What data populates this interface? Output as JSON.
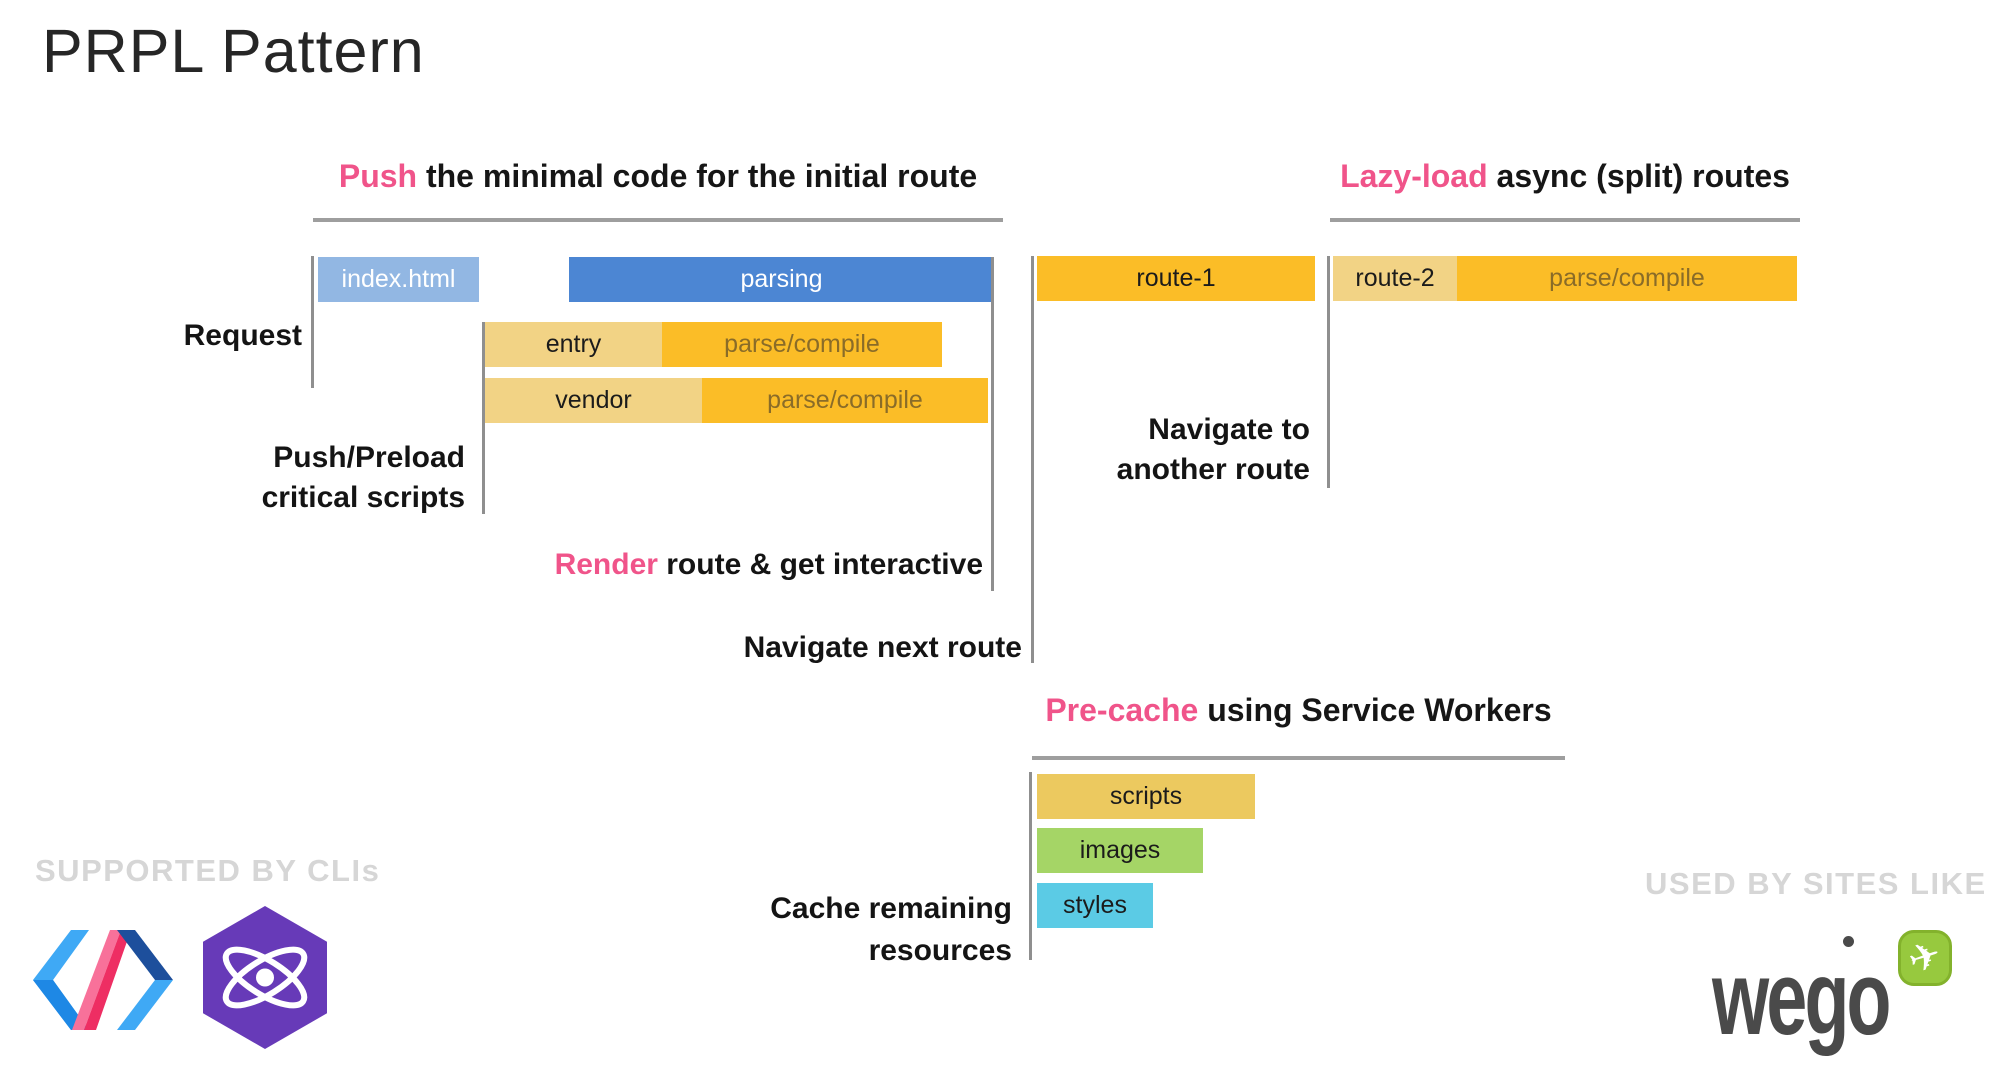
{
  "title": "PRPL Pattern",
  "headings": {
    "push": {
      "highlight": "Push",
      "rest": " the minimal code for the initial route"
    },
    "lazy_load": {
      "highlight": "Lazy-load",
      "rest": " async (split) routes"
    },
    "pre_cache": {
      "highlight": "Pre-cache",
      "rest": " using Service Workers"
    }
  },
  "labels": {
    "request": "Request",
    "push_preload_line1": "Push/Preload",
    "push_preload_line2": "critical scripts",
    "render": {
      "highlight": "Render",
      "rest": " route & get interactive"
    },
    "navigate_next": "Navigate next route",
    "navigate_another_line1": "Navigate to",
    "navigate_another_line2": "another route",
    "cache_line1": "Cache remaining",
    "cache_line2": "resources"
  },
  "bars": {
    "index_html": {
      "label": "index.html",
      "color": "#92b7e3"
    },
    "parsing": {
      "label": "parsing",
      "color": "#4c86d3"
    },
    "entry": {
      "label": "entry",
      "color": "#f2d385"
    },
    "entry_parse": {
      "label": "parse/compile",
      "color": "#fbbd27"
    },
    "vendor": {
      "label": "vendor",
      "color": "#f2d385"
    },
    "vendor_parse": {
      "label": "parse/compile",
      "color": "#fbbd27"
    },
    "route1": {
      "label": "route-1",
      "color": "#fbbd27"
    },
    "route2": {
      "label": "route-2",
      "color": "#f2d385"
    },
    "route2_parse": {
      "label": "parse/compile",
      "color": "#fbbd27"
    },
    "scripts": {
      "label": "scripts",
      "color": "#ecc95f"
    },
    "images": {
      "label": "images",
      "color": "#a5d566"
    },
    "styles": {
      "label": "styles",
      "color": "#5bcbe5"
    }
  },
  "footer": {
    "supported_by": "SUPPORTED BY CLIs",
    "used_by": "USED BY SITES LIKE",
    "wego": "wego",
    "logos": [
      "polymer-logo",
      "preact-logo",
      "wego-logo"
    ]
  },
  "colors": {
    "accent_pink": "#f0548a",
    "bar_blue_light": "#92b7e3",
    "bar_blue": "#4c86d3",
    "bar_tan": "#f2d385",
    "bar_amber": "#fbbd27",
    "bar_scripts": "#ecc95f",
    "bar_green": "#a5d566",
    "bar_cyan": "#5bcbe5",
    "line_gray": "#9e9e9e",
    "caption_gray": "#d6d6d6",
    "wego_green": "#97c93e"
  }
}
